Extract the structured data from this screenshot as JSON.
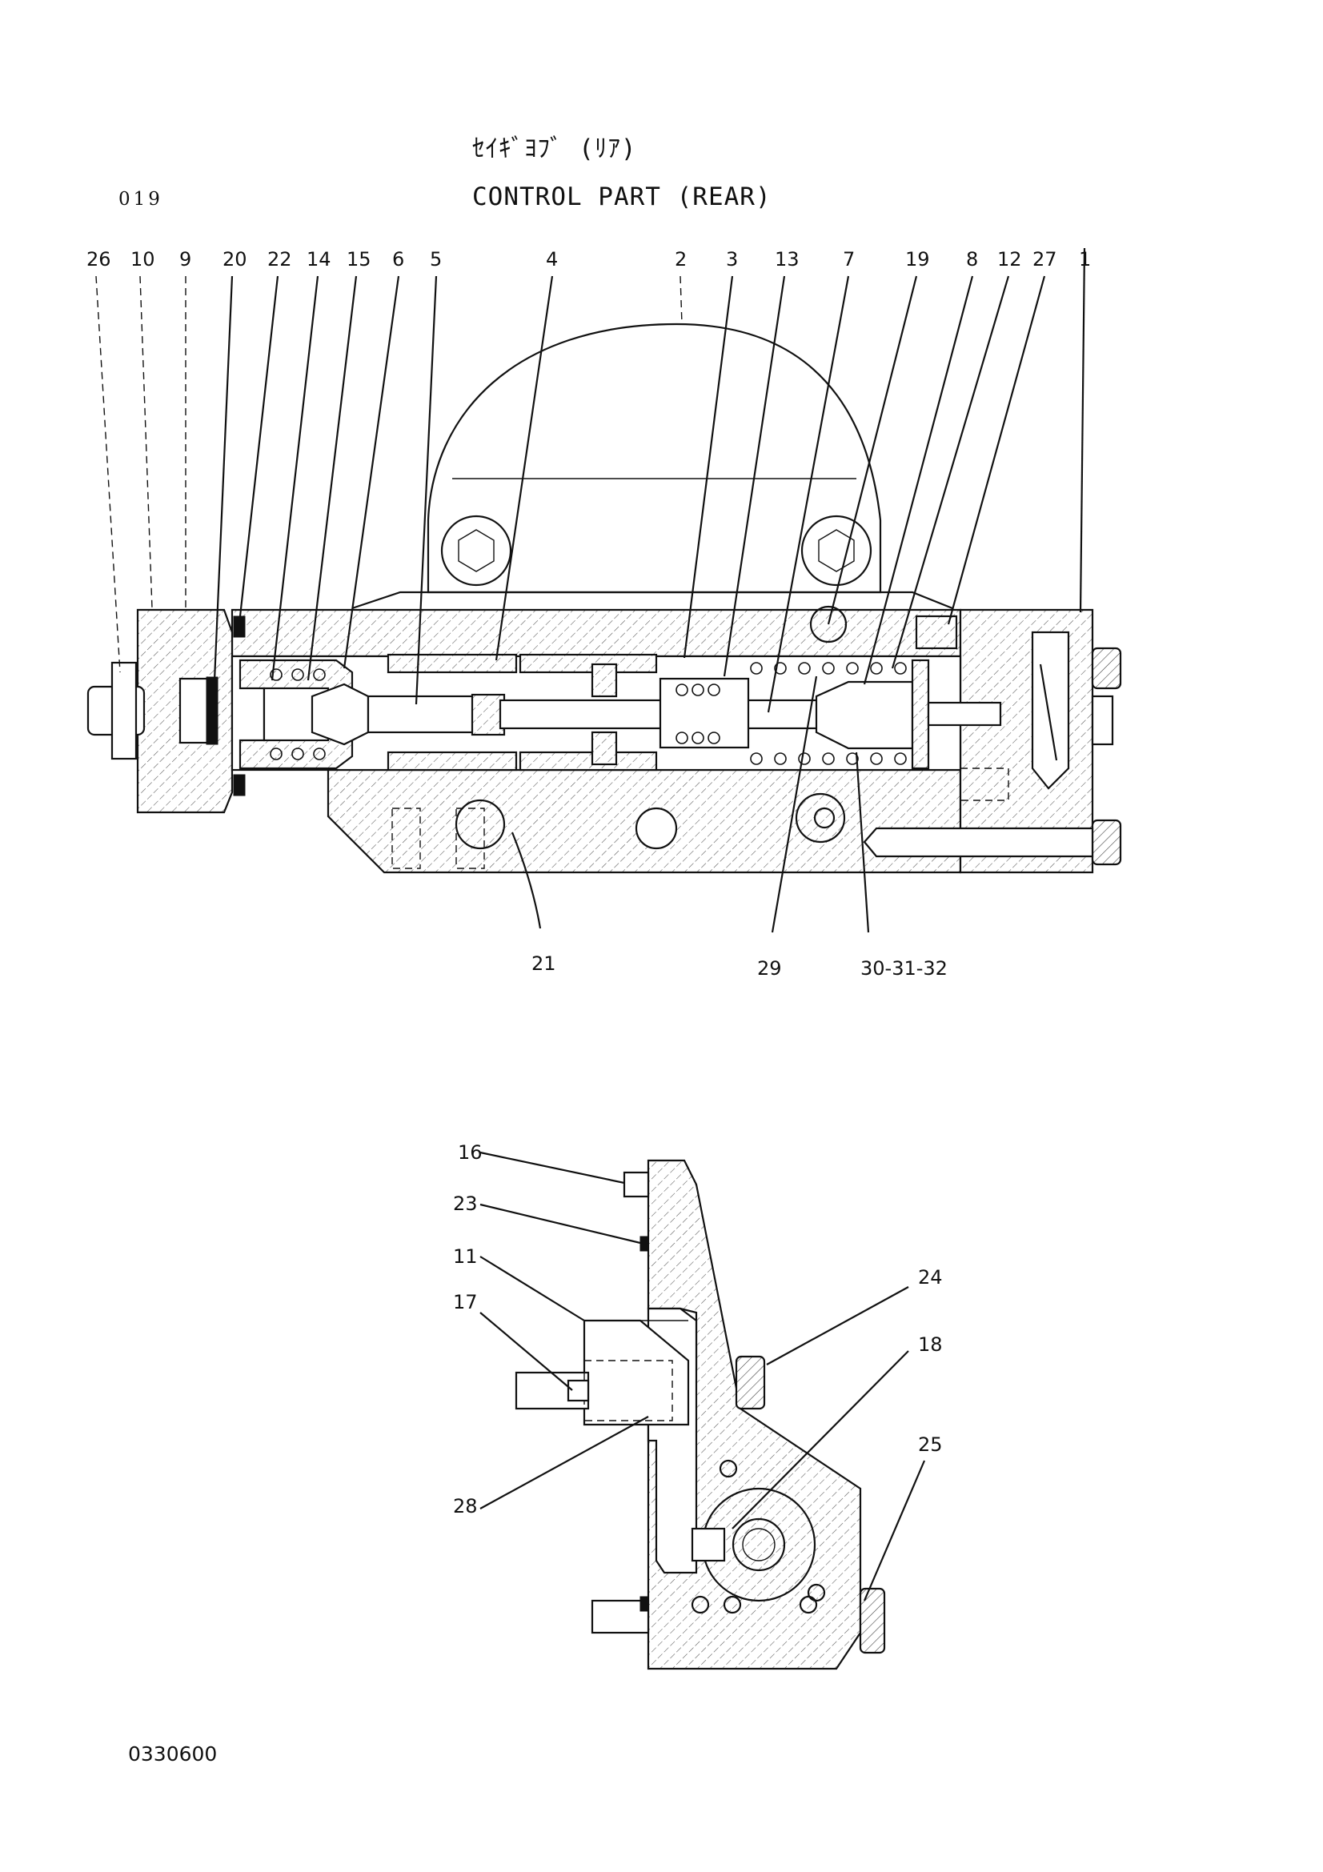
{
  "header": {
    "title_jp": "ｾｲｷﾞﾖﾌﾞ (ﾘｱ)",
    "title_en": "CONTROL PART (REAR)",
    "page_number": "019"
  },
  "footer": {
    "drawing_code": "0330600"
  },
  "upper_view": {
    "top_labels": [
      "26",
      "10",
      "9",
      "20",
      "22",
      "14",
      "15",
      "6",
      "5",
      "4",
      "2",
      "3",
      "13",
      "7",
      "19",
      "8",
      "12",
      "27",
      "1"
    ],
    "bottom_labels": [
      "21",
      "29",
      "30-31-32"
    ]
  },
  "lower_view": {
    "left_labels": [
      "16",
      "23",
      "11",
      "17",
      "28"
    ],
    "right_labels": [
      "24",
      "18",
      "25"
    ]
  }
}
